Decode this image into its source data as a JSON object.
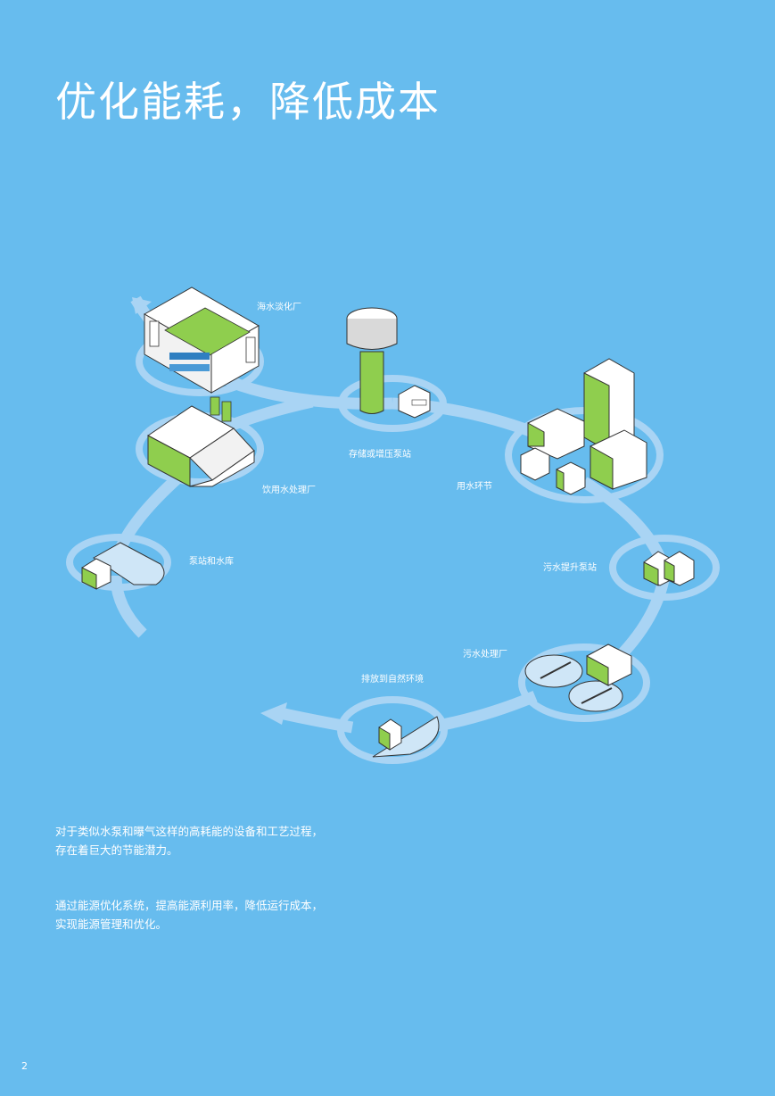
{
  "page": {
    "title": "优化能耗，降低成本",
    "page_number": "2"
  },
  "diagram": {
    "stages": {
      "desalination": "海水淡化厂",
      "storage": "存储或增压泵站",
      "usage": "用水环节",
      "drinking_water": "饮用水处理厂",
      "pump_reservoir": "泵站和水库",
      "sewage_lift": "污水提升泵站",
      "sewage_treatment": "污水处理厂",
      "discharge": "排放到自然环境"
    }
  },
  "text": {
    "para1": "对于类似水泵和曝气这样的高耗能的设备和工艺过程，存在着巨大的节能潜力。",
    "para2": "通过能源优化系统，提高能源利用率，降低运行成本，实现能源管理和优化。"
  },
  "colors": {
    "background": "#67bcee",
    "ring": "#a9d4f4",
    "building_green": "#8fce4e"
  }
}
